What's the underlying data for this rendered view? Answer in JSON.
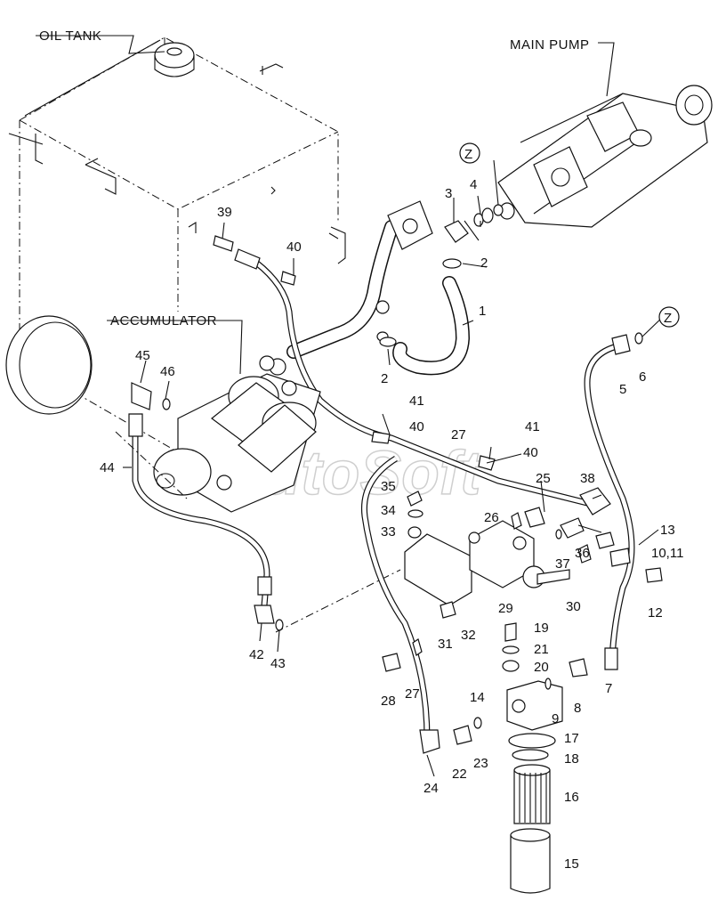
{
  "title_labels": {
    "oil_tank": "OIL TANK",
    "main_pump": "MAIN PUMP",
    "accumulator": "ACCUMULATOR",
    "view_mark": "Z",
    "view_mark_2": "Z"
  },
  "watermark": "AutoSoft",
  "callouts": {
    "c1": "1",
    "c2a": "2",
    "c2b": "2",
    "c3": "3",
    "c4": "4",
    "c5": "5",
    "c6": "6",
    "c7": "7",
    "c8": "8",
    "c9": "9",
    "c10_11": "10,11",
    "c12": "12",
    "c13": "13",
    "c14": "14",
    "c15": "15",
    "c16": "16",
    "c17": "17",
    "c18": "18",
    "c19": "19",
    "c20": "20",
    "c21": "21",
    "c22": "22",
    "c23": "23",
    "c24": "24",
    "c25": "25",
    "c26": "26",
    "c27a": "27",
    "c27b": "27",
    "c28": "28",
    "c29": "29",
    "c30": "30",
    "c31": "31",
    "c32": "32",
    "c33": "33",
    "c34": "34",
    "c35": "35",
    "c36": "36",
    "c37": "37",
    "c38": "38",
    "c39": "39",
    "c40a": "40",
    "c40b": "40",
    "c40c": "40",
    "c41a": "41",
    "c41b": "41",
    "c42": "42",
    "c43": "43",
    "c44": "44",
    "c45": "45",
    "c46": "46"
  }
}
